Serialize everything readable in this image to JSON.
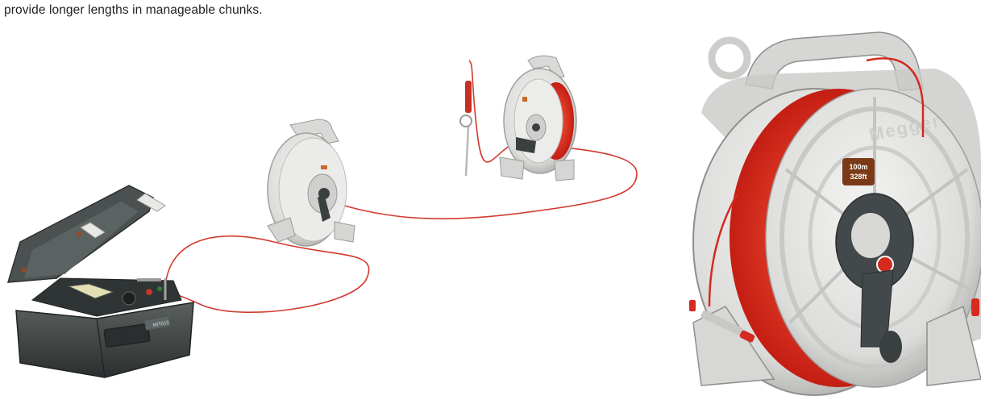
{
  "caption": "provide longer lengths in manageable chunks.",
  "illustration": {
    "reel_length_label_1": "100m",
    "reel_length_label_2": "328ft",
    "reel_brand": "Megger",
    "tester_badge": "MIT515"
  },
  "colors": {
    "cable": "#d9312b",
    "reel_body": "#e4e4e2",
    "reel_shadow": "#b9b9b7",
    "tester_case": "#3a3f3f",
    "label_brown": "#7a3a18"
  }
}
